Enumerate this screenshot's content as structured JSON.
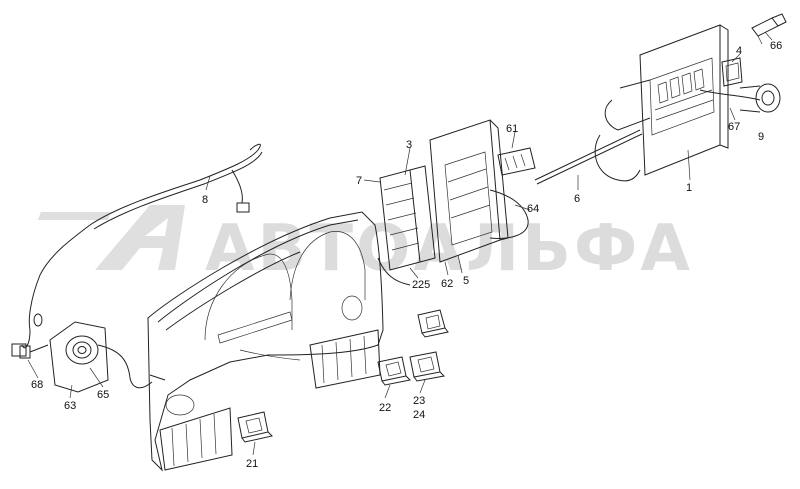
{
  "diagram": {
    "watermark": "АВТОАЛЬФА",
    "callouts": [
      "66",
      "4",
      "61",
      "3",
      "67",
      "9",
      "7",
      "1",
      "6",
      "8",
      "64",
      "2",
      "5",
      "62",
      "25",
      "68",
      "63",
      "65",
      "22",
      "23",
      "24",
      "21"
    ],
    "colors": {
      "line": "#222222",
      "watermark": "#d9d9d9"
    }
  }
}
